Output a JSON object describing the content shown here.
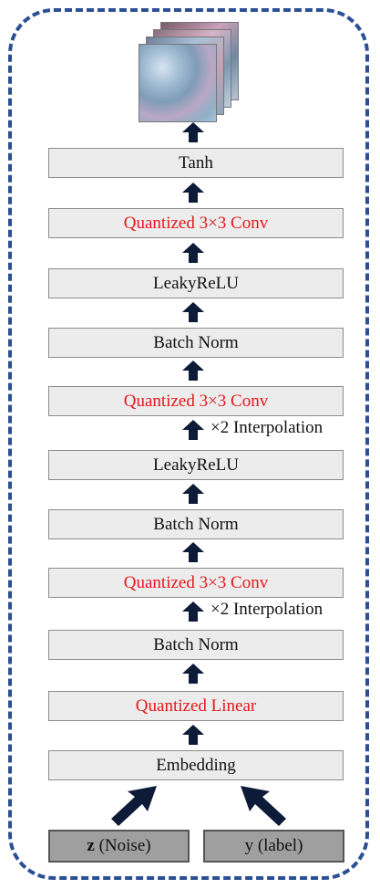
{
  "diagram": {
    "output_image": {
      "icon": "generated-image-stack-icon",
      "layers": 4
    },
    "layers": [
      {
        "id": "tanh",
        "label": "Tanh",
        "quantized": false
      },
      {
        "id": "conv3",
        "label": "Quantized 3×3 Conv",
        "quantized": true
      },
      {
        "id": "lrelu2",
        "label": "LeakyReLU",
        "quantized": false
      },
      {
        "id": "bn3",
        "label": "Batch Norm",
        "quantized": false
      },
      {
        "id": "conv2",
        "label": "Quantized 3×3 Conv",
        "quantized": true
      },
      {
        "id": "lrelu1",
        "label": "LeakyReLU",
        "quantized": false
      },
      {
        "id": "bn2",
        "label": "Batch Norm",
        "quantized": false
      },
      {
        "id": "conv1",
        "label": "Quantized 3×3 Conv",
        "quantized": true
      },
      {
        "id": "bn1",
        "label": "Batch Norm",
        "quantized": false
      },
      {
        "id": "linear",
        "label": "Quantized Linear",
        "quantized": true
      },
      {
        "id": "embed",
        "label": "Embedding",
        "quantized": false
      }
    ],
    "interpolation_labels": [
      "×2 Interpolation",
      "×2 Interpolation"
    ],
    "inputs": [
      {
        "var": "z",
        "desc": "(Noise)"
      },
      {
        "var": "y",
        "desc": "(label)"
      }
    ],
    "colors": {
      "frame": "#2b4f94",
      "layer_fill": "#ececec",
      "quantized_text": "#e4181c",
      "input_fill": "#9f9f9f",
      "arrow": "#0d1a38"
    }
  }
}
